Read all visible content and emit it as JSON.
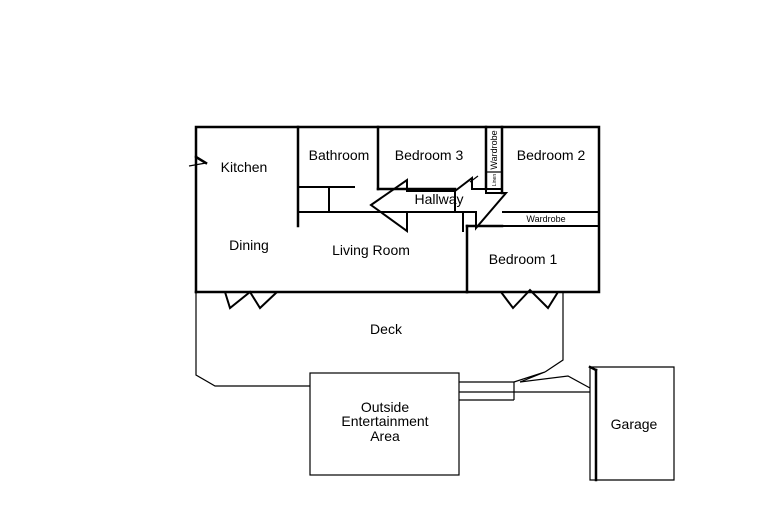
{
  "rooms": {
    "kitchen": "Kitchen",
    "bathroom": "Bathroom",
    "bedroom3": "Bedroom 3",
    "wardrobe_vertical": "Wardrobe",
    "linen": "Linen",
    "bedroom2": "Bedroom 2",
    "hallway": "Hallway",
    "wardrobe_horizontal": "Wardrobe",
    "dining": "Dining",
    "living_room": "Living Room",
    "bedroom1": "Bedroom 1",
    "deck": "Deck",
    "outside_line1": "Outside",
    "outside_line2": "Entertainment",
    "outside_line3": "Area",
    "garage": "Garage"
  }
}
